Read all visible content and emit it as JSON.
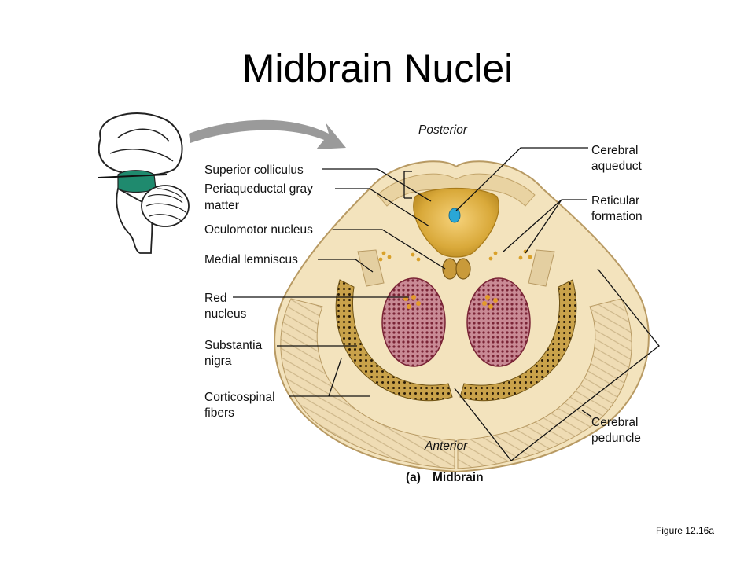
{
  "slide": {
    "title": "Midbrain Nuclei",
    "figure_ref": "Figure 12.16a"
  },
  "orientation": {
    "posterior": "Posterior",
    "anterior": "Anterior"
  },
  "caption": {
    "letter": "(a)",
    "text": "Midbrain"
  },
  "labels": {
    "superior_colliculus": "Superior colliculus",
    "periaqueductal_line1": "Periaqueductal gray",
    "periaqueductal_line2": "matter",
    "oculomotor": "Oculomotor nucleus",
    "medial_lemniscus": "Medial lemniscus",
    "red_line1": "Red",
    "red_line2": "nucleus",
    "nigra_line1": "Substantia",
    "nigra_line2": "nigra",
    "corticospinal_line1": "Corticospinal",
    "corticospinal_line2": "fibers",
    "aqueduct_line1": "Cerebral",
    "aqueduct_line2": "aqueduct",
    "reticular_line1": "Reticular",
    "reticular_line2": "formation",
    "peduncle_line1": "Cerebral",
    "peduncle_line2": "peduncle"
  },
  "colors": {
    "tissue": "#f3e3bd",
    "gray_matter": "#d9a93a",
    "red_nucleus": "#9b3a4a",
    "substantia_nigra": "#8a6a1c",
    "aqueduct": "#2aa7d6",
    "highlight": "#1f8a6e",
    "arrow": "#9a9a9a"
  }
}
